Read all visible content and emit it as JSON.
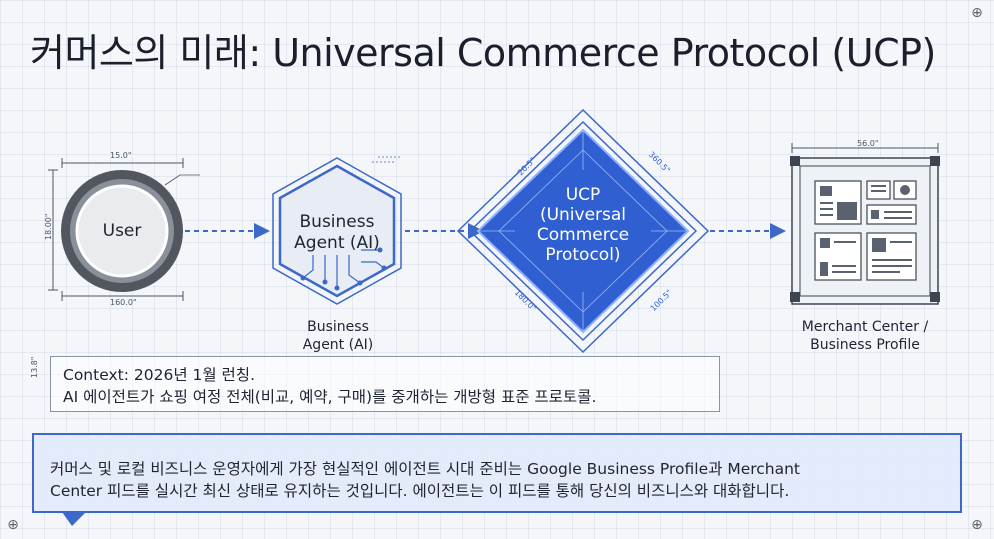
{
  "title": "커머스의 미래: Universal Commerce Protocol (UCP)",
  "nodes": {
    "user": {
      "label": "User"
    },
    "business_agent": {
      "label_line1": "Business",
      "label_line2": "Agent (AI)",
      "caption_line1": "Business",
      "caption_line2": "Agent (AI)"
    },
    "ucp": {
      "line1": "UCP",
      "line2": "(Universal",
      "line3": "Commerce",
      "line4": "Protocol)"
    },
    "merchant": {
      "caption_line1": "Merchant Center /",
      "caption_line2": "Business Profile"
    }
  },
  "dimensions": {
    "user_top": "15.0\"",
    "user_bottom": "160.0\"",
    "user_left": "18.00\"",
    "ucp_tl": "20.5\"",
    "ucp_tr": "360.5\"",
    "ucp_bl": "180.0\"",
    "ucp_br": "100.5\"",
    "merchant_top": "56.0\"",
    "context_left": "13.8\""
  },
  "context": {
    "line1": "Context: 2026년 1월 런칭.",
    "line2": "AI 에이전트가 쇼핑 여정 전체(비교, 예약, 구매)를 중개하는 개방형 표준 프로토콜."
  },
  "callout": {
    "line1": "커머스 및 로컬 비즈니스 운영자에게 가장 현실적인 에이전트 시대 준비는 Google Business Profile과 Merchant",
    "line2": "Center 피드를 실시간 최신 상태로 유지하는 것입니다. 에이전트는 이 피드를 통해 당신의 비즈니스와 대화합니다."
  },
  "colors": {
    "accent": "#3c68c8",
    "ucp_fill": "#2f5fd0",
    "dark": "#3f4550"
  }
}
